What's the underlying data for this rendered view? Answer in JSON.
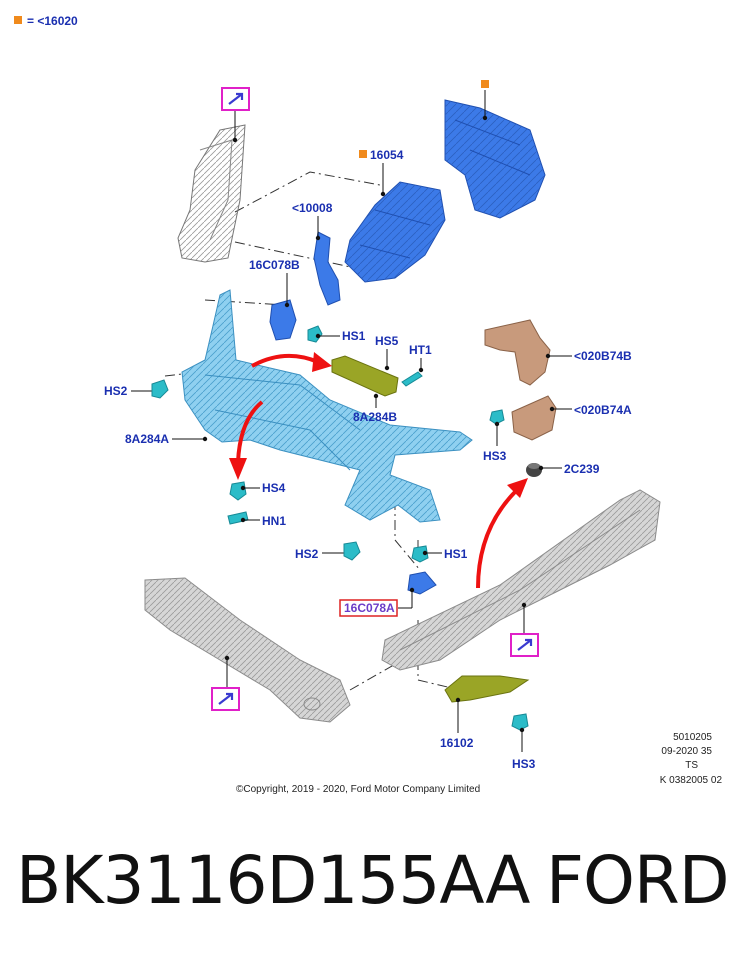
{
  "legend": {
    "marker_color": "#f08a1c",
    "text": "= <16020"
  },
  "labels": {
    "p16054": "16054",
    "p10008": "<10008",
    "p16C078B": "16C078B",
    "hs1_top": "HS1",
    "hs5": "HS5",
    "ht1": "HT1",
    "p8A284B": "8A284B",
    "hs2_left": "HS2",
    "p8A284A": "8A284A",
    "hs4": "HS4",
    "hn1": "HN1",
    "hs2_bottom": "HS2",
    "hs1_bottom": "HS1",
    "p16C078A": "16C078A",
    "p020B74B": "<020B74B",
    "p020B74A": "<020B74A",
    "hs3_top": "HS3",
    "p2C239": "2C239",
    "p16102": "16102",
    "hs3_bottom": "HS3"
  },
  "ref_block": {
    "line1": "5010205",
    "line2": "09-2020 35",
    "line3": "TS",
    "line4": "K 0382005 02"
  },
  "copyright": "©Copyright, 2019 - 2020, Ford Motor Company Limited",
  "footer": {
    "part_number": "BK3116D155AA",
    "brand": "FORD"
  },
  "colors": {
    "label_blue": "#1a2fb0",
    "highlight_magenta": "#e020c8",
    "part_blue": "#3c7ae8",
    "part_lightblue": "#8fd0f0",
    "part_olive": "#9aa526",
    "part_tan": "#c89a7c",
    "part_grey": "#d6d6d6",
    "fastener_teal": "#2bbcc8",
    "arrow_red": "#ee1111",
    "callout_red": "#dd2222"
  }
}
